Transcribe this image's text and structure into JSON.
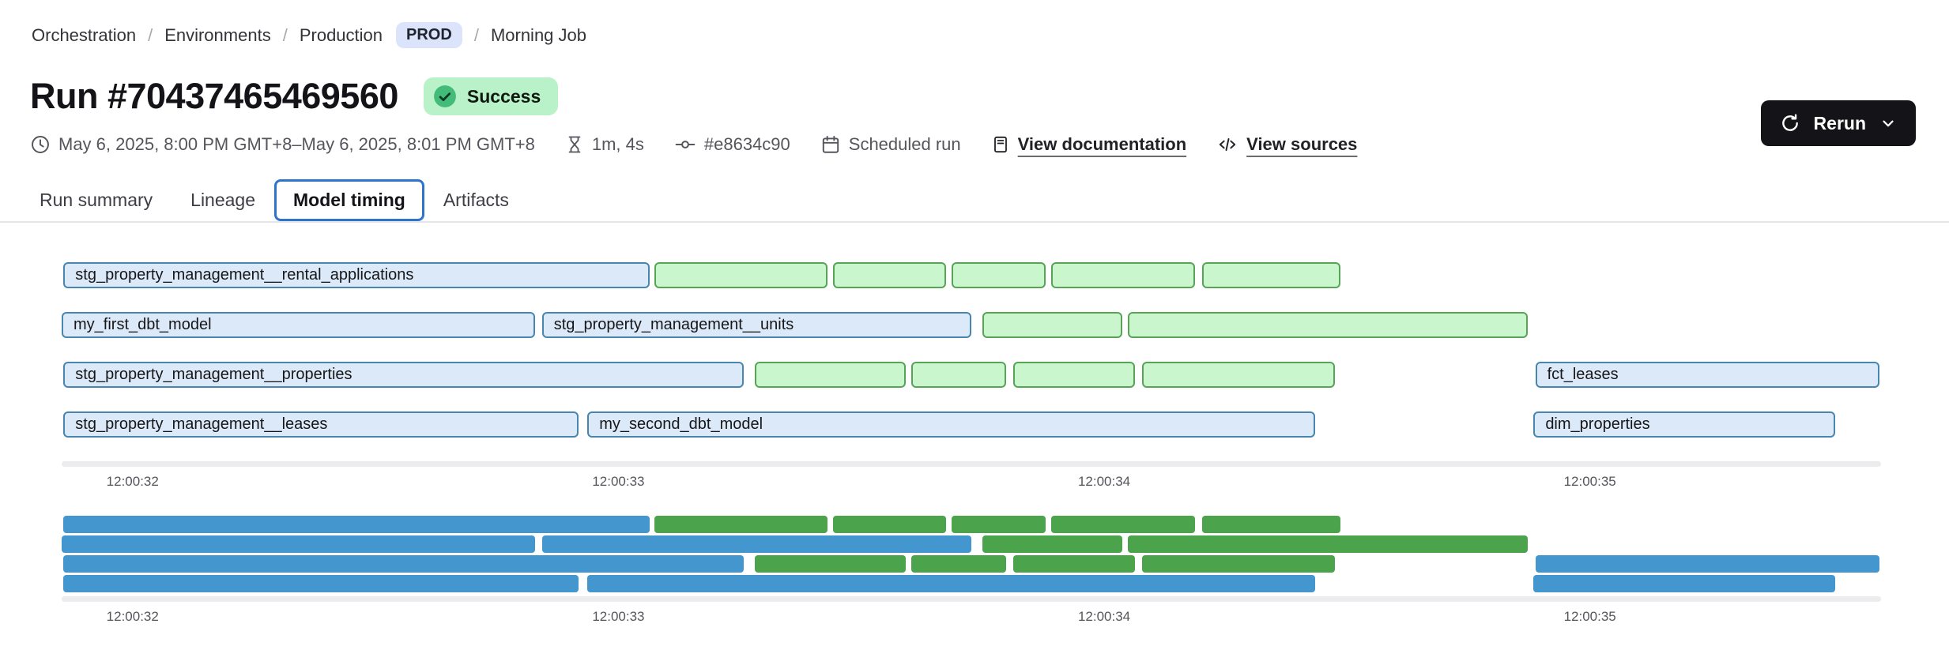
{
  "breadcrumb": {
    "items": [
      {
        "label": "Orchestration"
      },
      {
        "label": "Environments"
      },
      {
        "label": "Production",
        "badge": "PROD"
      },
      {
        "label": "Morning Job"
      }
    ]
  },
  "header": {
    "title": "Run #70437465469560",
    "status": "Success"
  },
  "actions": {
    "rerun_label": "Rerun"
  },
  "meta": {
    "time_range": "May 6, 2025, 8:00 PM GMT+8–May 6, 2025, 8:01 PM GMT+8",
    "duration": "1m, 4s",
    "commit": "#e8634c90",
    "trigger": "Scheduled run",
    "docs_link": "View documentation",
    "sources_link": "View sources"
  },
  "tabs": [
    {
      "label": "Run summary",
      "active": false
    },
    {
      "label": "Lineage",
      "active": false
    },
    {
      "label": "Model timing",
      "active": true
    },
    {
      "label": "Artifacts",
      "active": false
    }
  ],
  "colors": {
    "accent_blue": "#2f74cb",
    "bar_blue_fill": "#dbe9f9",
    "bar_blue_border": "#4886af",
    "bar_green_fill": "#c9f6cd",
    "bar_green_border": "#57a457",
    "minimap_blue": "#4497ce",
    "minimap_green": "#4ba34b",
    "success_badge_bg": "#b9f1c8",
    "success_icon": "#43bb79",
    "prod_badge_bg": "#dbe4fb"
  },
  "chart_data": {
    "type": "gantt",
    "title": "Model timing",
    "x_axis": {
      "ticks": [
        "12:00:32",
        "12:00:33",
        "12:00:34",
        "12:00:35"
      ],
      "tick_positions_pct": [
        3.9,
        30.6,
        57.3,
        84.0
      ]
    },
    "minimap": true,
    "rows": [
      [
        {
          "name": "stg_property_management__rental_applications",
          "color": "blue",
          "start_pct": 0.1,
          "end_pct": 32.3
        },
        {
          "name": null,
          "color": "green",
          "start_pct": 32.6,
          "end_pct": 42.1
        },
        {
          "name": null,
          "color": "green",
          "start_pct": 42.4,
          "end_pct": 48.6
        },
        {
          "name": null,
          "color": "green",
          "start_pct": 48.9,
          "end_pct": 54.1
        },
        {
          "name": null,
          "color": "green",
          "start_pct": 54.4,
          "end_pct": 62.3
        },
        {
          "name": null,
          "color": "green",
          "start_pct": 62.7,
          "end_pct": 70.3
        }
      ],
      [
        {
          "name": "my_first_dbt_model",
          "color": "blue",
          "start_pct": 0.0,
          "end_pct": 26.0
        },
        {
          "name": "stg_property_management__units",
          "color": "blue",
          "start_pct": 26.4,
          "end_pct": 50.0
        },
        {
          "name": null,
          "color": "green",
          "start_pct": 50.6,
          "end_pct": 58.3
        },
        {
          "name": null,
          "color": "green",
          "start_pct": 58.6,
          "end_pct": 80.6
        }
      ],
      [
        {
          "name": "stg_property_management__properties",
          "color": "blue",
          "start_pct": 0.1,
          "end_pct": 37.5
        },
        {
          "name": null,
          "color": "green",
          "start_pct": 38.1,
          "end_pct": 46.4
        },
        {
          "name": null,
          "color": "green",
          "start_pct": 46.7,
          "end_pct": 51.9
        },
        {
          "name": null,
          "color": "green",
          "start_pct": 52.3,
          "end_pct": 59.0
        },
        {
          "name": null,
          "color": "green",
          "start_pct": 59.4,
          "end_pct": 70.0
        },
        {
          "name": "fct_leases",
          "color": "blue",
          "start_pct": 81.0,
          "end_pct": 99.9
        }
      ],
      [
        {
          "name": "stg_property_management__leases",
          "color": "blue",
          "start_pct": 0.1,
          "end_pct": 28.4
        },
        {
          "name": "my_second_dbt_model",
          "color": "blue",
          "start_pct": 28.9,
          "end_pct": 68.9
        },
        {
          "name": "dim_properties",
          "color": "blue",
          "start_pct": 80.9,
          "end_pct": 97.5
        }
      ]
    ]
  }
}
